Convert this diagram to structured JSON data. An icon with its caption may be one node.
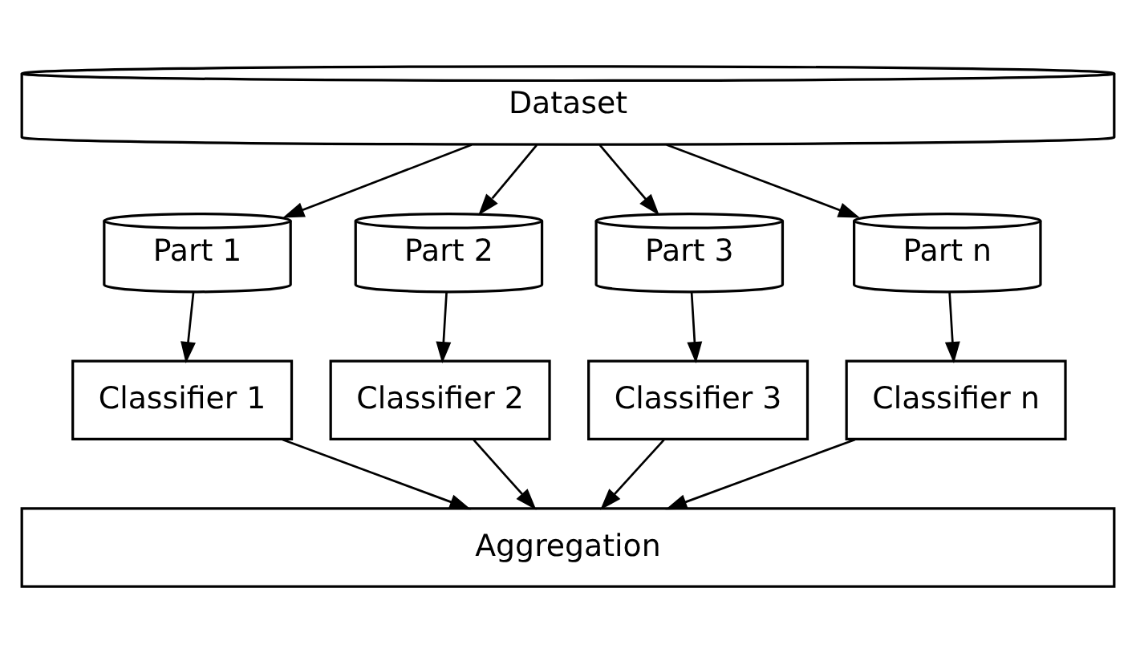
{
  "diagram": {
    "nodes": [
      {
        "text": [
          "Dataset"
        ]
      },
      {
        "text": [
          "Part 1"
        ]
      },
      {
        "text": [
          "Part 2"
        ]
      },
      {
        "text": [
          "Part 3"
        ]
      },
      {
        "text": [
          "Part n"
        ]
      },
      {
        "text": [
          "Classifier 1"
        ]
      },
      {
        "text": [
          "Classifier 2"
        ]
      },
      {
        "text": [
          "Classifier 3"
        ]
      },
      {
        "text": [
          "Classifier n"
        ]
      },
      {
        "text": [
          "Aggregation"
        ]
      }
    ],
    "edges": [
      {
        "from": 0,
        "to": 1,
        "arrow": "to"
      },
      {
        "from": 0,
        "to": 2,
        "arrow": "to"
      },
      {
        "from": 0,
        "to": 3,
        "arrow": "to"
      },
      {
        "from": 0,
        "to": 4,
        "arrow": "to"
      },
      {
        "from": 1,
        "to": 5,
        "arrow": "to"
      },
      {
        "from": 2,
        "to": 6,
        "arrow": "to"
      },
      {
        "from": 3,
        "to": 7,
        "arrow": "to"
      },
      {
        "from": 4,
        "to": 8,
        "arrow": "to"
      },
      {
        "from": 5,
        "to": 9,
        "arrow": "to"
      },
      {
        "from": 6,
        "to": 9,
        "arrow": "to"
      },
      {
        "from": 7,
        "to": 9,
        "arrow": "to"
      },
      {
        "from": 8,
        "to": 9,
        "arrow": "to"
      }
    ]
  }
}
